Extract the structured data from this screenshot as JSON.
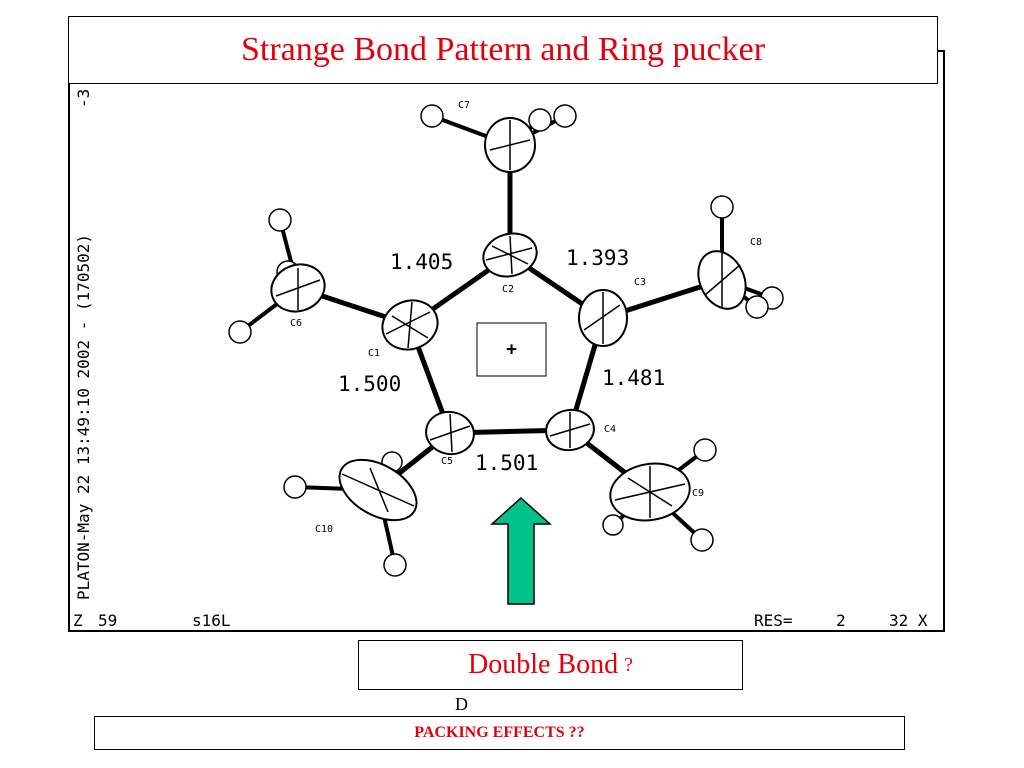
{
  "title": "Strange Bond Pattern and Ring pucker",
  "plot": {
    "side_text": "PLATON-May 22 13:49:10 2002 - (170502)",
    "top_right": "-3",
    "footer_left_z": "Z",
    "footer_left_num": "59",
    "footer_code": "s16L",
    "footer_res": "RES=",
    "footer_res_num": "2",
    "footer_right": "32 X",
    "charge": "+"
  },
  "atoms": {
    "C1": "C1",
    "C2": "C2",
    "C3": "C3",
    "C4": "C4",
    "C5": "C5",
    "C6": "C6",
    "C7": "C7",
    "C8": "C8",
    "C9": "C9",
    "C10": "C10"
  },
  "bonds": {
    "c1_c2": "1.405",
    "c2_c3": "1.393",
    "c3_c4": "1.481",
    "c4_c5": "1.501",
    "c5_c1": "1.500"
  },
  "arrow_color": "#00c28b",
  "annotation": {
    "double_bond": "Double Bond",
    "question": "?",
    "d": "D"
  },
  "packing": "PACKING EFFECTS ??"
}
